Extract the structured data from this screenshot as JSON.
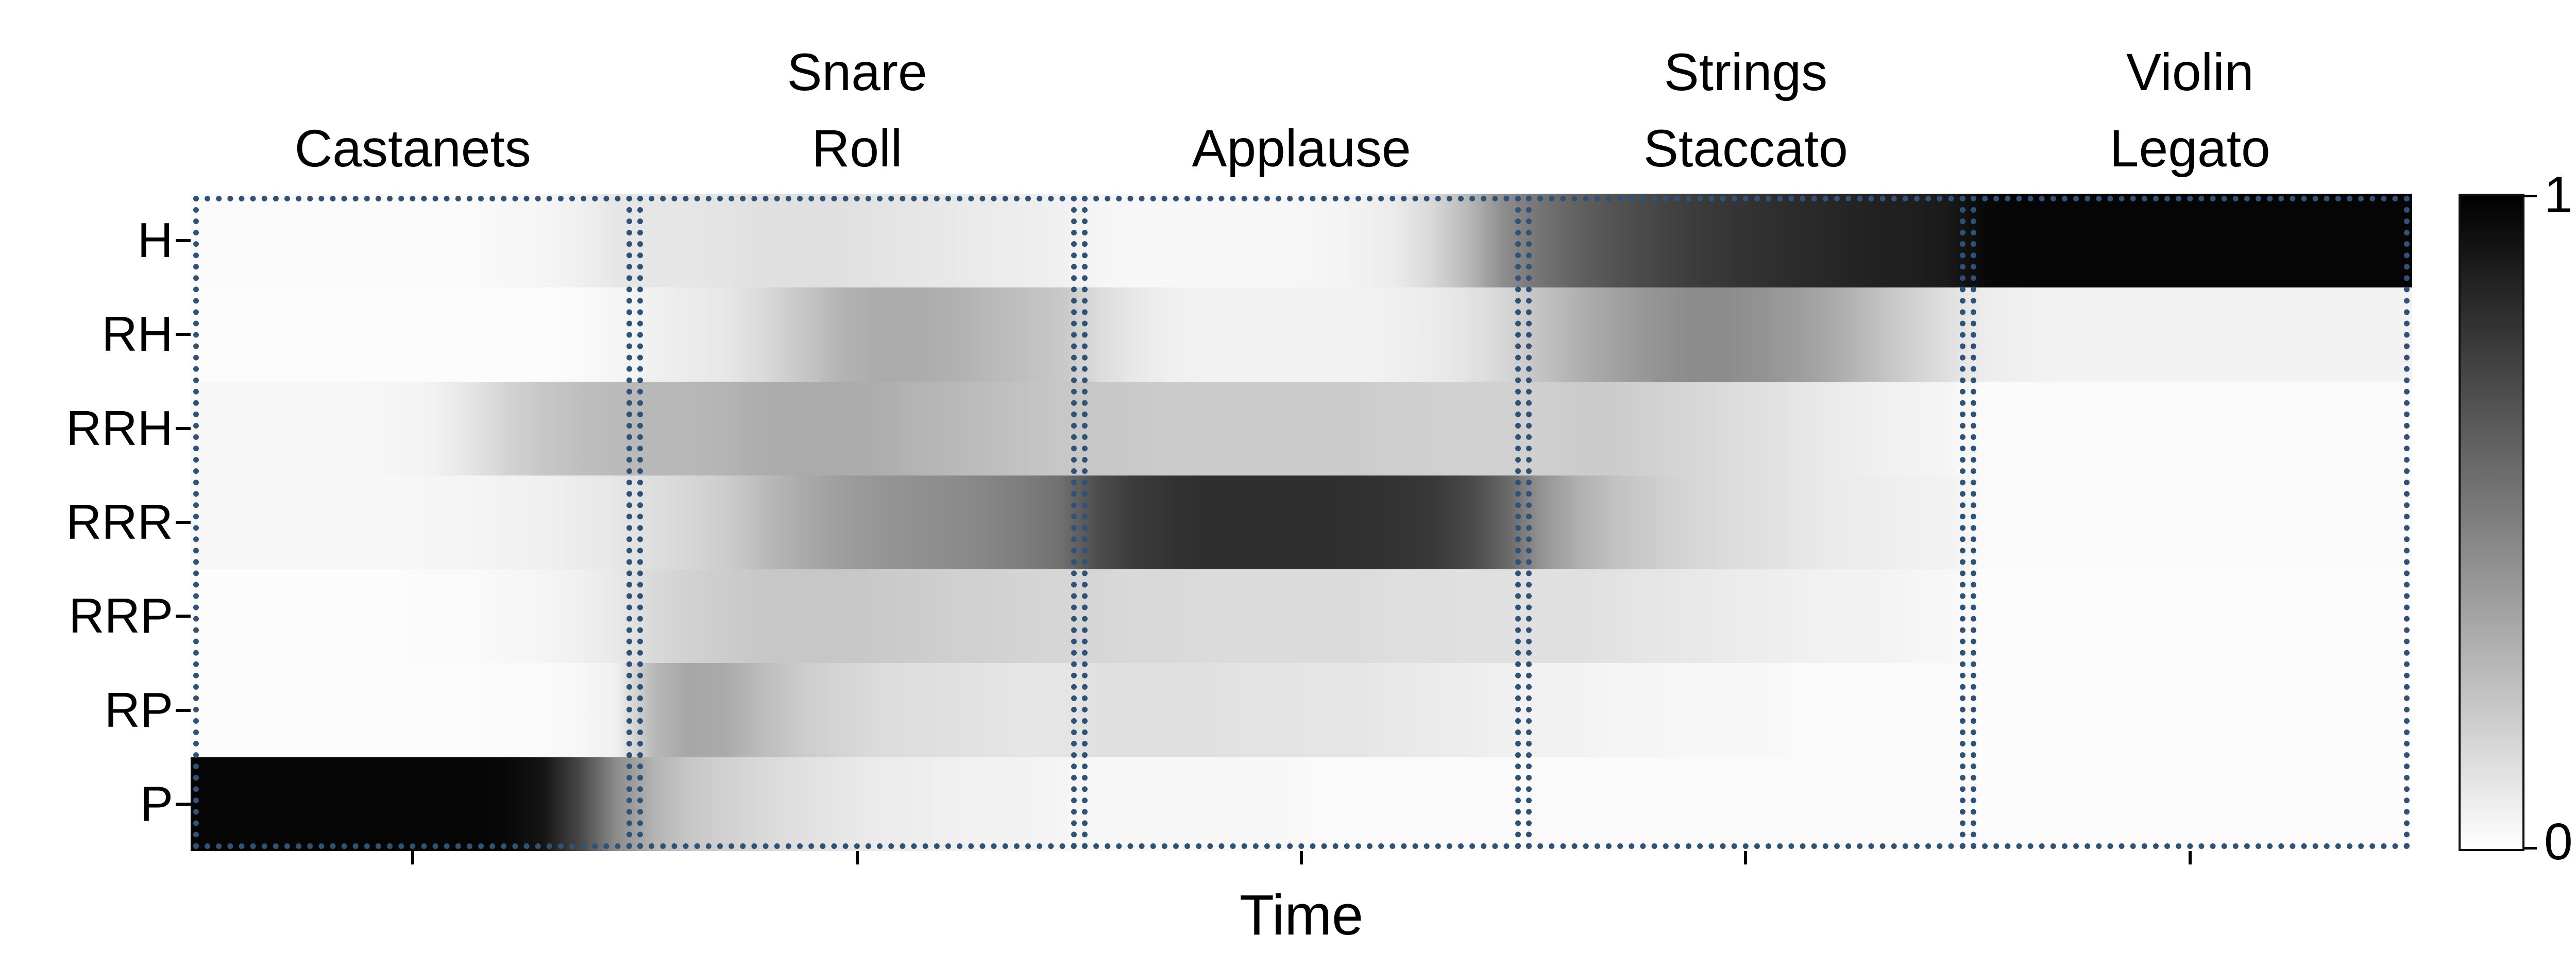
{
  "figure": {
    "xlabel": "Time",
    "row_labels": [
      "H",
      "RH",
      "RRH",
      "RRR",
      "RRP",
      "RP",
      "P"
    ],
    "segment_labels": [
      [
        "Castanets"
      ],
      [
        "Snare",
        "Roll"
      ],
      [
        "Applause"
      ],
      [
        "Strings",
        "Staccato"
      ],
      [
        "Violin",
        "Legato"
      ]
    ],
    "colorbar": {
      "top_label": "1",
      "bottom_label": "0"
    },
    "box_color": "#2f5376",
    "text_color": "#000000"
  },
  "chart_data": {
    "type": "heatmap",
    "title": "",
    "xlabel": "Time",
    "ylabel": "",
    "rows": [
      "H",
      "RH",
      "RRH",
      "RRR",
      "RRP",
      "RP",
      "P"
    ],
    "segments": [
      "Castanets",
      "Snare Roll",
      "Applause",
      "Strings Staccato",
      "Violin Legato"
    ],
    "samples_per_segment": 12,
    "value_range": [
      0,
      1
    ],
    "colormap": "white(0)-to-black(1)",
    "legend": "colorbar right, 0 bottom to 1 top",
    "grid": false,
    "matrix": [
      [
        0.02,
        0.02,
        0.02,
        0.02,
        0.02,
        0.02,
        0.02,
        0.02,
        0.03,
        0.04,
        0.06,
        0.1,
        0.1,
        0.1,
        0.11,
        0.12,
        0.12,
        0.12,
        0.11,
        0.1,
        0.09,
        0.08,
        0.07,
        0.06,
        0.04,
        0.03,
        0.03,
        0.03,
        0.03,
        0.03,
        0.04,
        0.05,
        0.08,
        0.15,
        0.28,
        0.45,
        0.55,
        0.62,
        0.68,
        0.72,
        0.76,
        0.79,
        0.81,
        0.83,
        0.85,
        0.87,
        0.88,
        0.9,
        0.97,
        0.98,
        0.98,
        0.98,
        0.98,
        0.98,
        0.98,
        0.98,
        0.98,
        0.98,
        0.98,
        0.98
      ],
      [
        0.01,
        0.01,
        0.01,
        0.01,
        0.01,
        0.01,
        0.01,
        0.01,
        0.01,
        0.01,
        0.02,
        0.04,
        0.06,
        0.08,
        0.1,
        0.15,
        0.22,
        0.29,
        0.33,
        0.33,
        0.31,
        0.28,
        0.25,
        0.22,
        0.14,
        0.09,
        0.06,
        0.05,
        0.05,
        0.05,
        0.05,
        0.05,
        0.06,
        0.08,
        0.11,
        0.16,
        0.24,
        0.31,
        0.37,
        0.42,
        0.45,
        0.45,
        0.42,
        0.38,
        0.32,
        0.25,
        0.18,
        0.12,
        0.07,
        0.06,
        0.05,
        0.05,
        0.05,
        0.05,
        0.05,
        0.05,
        0.05,
        0.05,
        0.05,
        0.05
      ],
      [
        0.03,
        0.03,
        0.03,
        0.03,
        0.03,
        0.04,
        0.05,
        0.1,
        0.17,
        0.22,
        0.25,
        0.27,
        0.28,
        0.28,
        0.3,
        0.32,
        0.33,
        0.33,
        0.32,
        0.3,
        0.28,
        0.26,
        0.24,
        0.22,
        0.22,
        0.21,
        0.2,
        0.2,
        0.2,
        0.2,
        0.2,
        0.2,
        0.19,
        0.19,
        0.18,
        0.18,
        0.19,
        0.2,
        0.2,
        0.18,
        0.16,
        0.14,
        0.12,
        0.1,
        0.08,
        0.06,
        0.05,
        0.04,
        0.02,
        0.02,
        0.02,
        0.02,
        0.02,
        0.02,
        0.02,
        0.02,
        0.02,
        0.02,
        0.02,
        0.02
      ],
      [
        0.03,
        0.03,
        0.03,
        0.03,
        0.03,
        0.03,
        0.04,
        0.04,
        0.05,
        0.06,
        0.08,
        0.1,
        0.13,
        0.16,
        0.2,
        0.27,
        0.33,
        0.38,
        0.41,
        0.43,
        0.45,
        0.48,
        0.51,
        0.56,
        0.7,
        0.77,
        0.8,
        0.82,
        0.82,
        0.82,
        0.82,
        0.81,
        0.8,
        0.78,
        0.72,
        0.6,
        0.42,
        0.31,
        0.24,
        0.2,
        0.16,
        0.14,
        0.12,
        0.1,
        0.08,
        0.07,
        0.06,
        0.05,
        0.02,
        0.02,
        0.02,
        0.02,
        0.02,
        0.02,
        0.02,
        0.02,
        0.02,
        0.02,
        0.02,
        0.02
      ],
      [
        0.01,
        0.01,
        0.01,
        0.01,
        0.01,
        0.01,
        0.02,
        0.02,
        0.03,
        0.04,
        0.06,
        0.09,
        0.15,
        0.18,
        0.2,
        0.22,
        0.22,
        0.22,
        0.21,
        0.2,
        0.19,
        0.18,
        0.17,
        0.16,
        0.16,
        0.15,
        0.15,
        0.14,
        0.14,
        0.14,
        0.14,
        0.14,
        0.13,
        0.13,
        0.12,
        0.12,
        0.12,
        0.12,
        0.11,
        0.1,
        0.09,
        0.08,
        0.07,
        0.06,
        0.05,
        0.05,
        0.04,
        0.03,
        0.01,
        0.01,
        0.01,
        0.01,
        0.01,
        0.01,
        0.01,
        0.01,
        0.01,
        0.01,
        0.01,
        0.01
      ],
      [
        0.01,
        0.01,
        0.01,
        0.01,
        0.01,
        0.01,
        0.01,
        0.01,
        0.02,
        0.02,
        0.03,
        0.06,
        0.28,
        0.35,
        0.33,
        0.26,
        0.2,
        0.17,
        0.14,
        0.13,
        0.12,
        0.11,
        0.1,
        0.1,
        0.12,
        0.12,
        0.12,
        0.12,
        0.11,
        0.11,
        0.1,
        0.1,
        0.09,
        0.08,
        0.07,
        0.06,
        0.05,
        0.05,
        0.04,
        0.04,
        0.03,
        0.03,
        0.03,
        0.02,
        0.02,
        0.02,
        0.02,
        0.02,
        0.01,
        0.01,
        0.01,
        0.01,
        0.01,
        0.01,
        0.01,
        0.01,
        0.01,
        0.01,
        0.01,
        0.01
      ],
      [
        0.98,
        0.98,
        0.98,
        0.98,
        0.98,
        0.98,
        0.98,
        0.98,
        0.97,
        0.92,
        0.72,
        0.45,
        0.3,
        0.22,
        0.18,
        0.15,
        0.12,
        0.1,
        0.08,
        0.07,
        0.06,
        0.05,
        0.05,
        0.04,
        0.03,
        0.03,
        0.03,
        0.03,
        0.03,
        0.03,
        0.02,
        0.02,
        0.02,
        0.02,
        0.02,
        0.02,
        0.02,
        0.02,
        0.02,
        0.02,
        0.02,
        0.02,
        0.02,
        0.02,
        0.02,
        0.02,
        0.02,
        0.02,
        0.01,
        0.01,
        0.01,
        0.01,
        0.01,
        0.01,
        0.01,
        0.01,
        0.01,
        0.01,
        0.01,
        0.01
      ]
    ]
  }
}
